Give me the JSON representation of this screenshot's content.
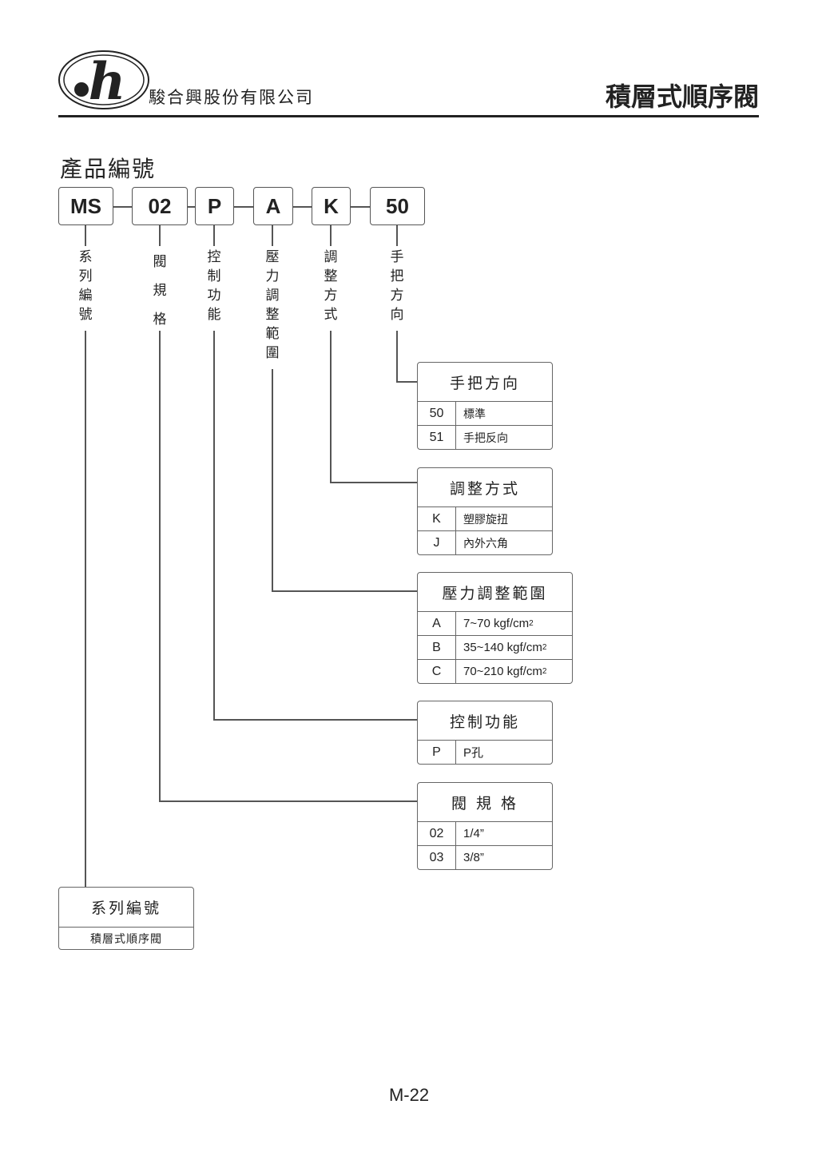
{
  "header": {
    "company": "駿合興股份有限公司",
    "logo_text": "h",
    "title": "積層式順序閥"
  },
  "section_title": "產品編號",
  "codes": [
    "MS",
    "02",
    "P",
    "A",
    "K",
    "50"
  ],
  "code_labels": [
    [
      "系",
      "列",
      "編",
      "號"
    ],
    [
      "閥",
      "規",
      "格"
    ],
    [
      "控",
      "制",
      "功",
      "能"
    ],
    [
      "壓",
      "力",
      "調",
      "整",
      "範",
      "圍"
    ],
    [
      "調",
      "整",
      "方",
      "式"
    ],
    [
      "手",
      "把",
      "方",
      "向"
    ]
  ],
  "tables": {
    "handle": {
      "title": "手把方向",
      "rows": [
        [
          "50",
          "標準"
        ],
        [
          "51",
          "手把反向"
        ]
      ]
    },
    "adjust": {
      "title": "調整方式",
      "rows": [
        [
          "K",
          "塑膠旋扭"
        ],
        [
          "J",
          "內外六角"
        ]
      ]
    },
    "pressure": {
      "title": "壓力調整範圍",
      "rows": [
        [
          "A",
          "7~70 kgf/cm",
          "2"
        ],
        [
          "B",
          "35~140 kgf/cm",
          "2"
        ],
        [
          "C",
          "70~210 kgf/cm",
          "2"
        ]
      ]
    },
    "control": {
      "title": "控制功能",
      "rows": [
        [
          "P",
          "P孔"
        ]
      ]
    },
    "size": {
      "title": "閥 規 格",
      "rows": [
        [
          "02",
          "1/4”"
        ],
        [
          "03",
          "3/8”"
        ]
      ]
    },
    "series": {
      "title": "系列編號",
      "value": "積層式順序閥"
    }
  },
  "footer": {
    "page": "M-22"
  }
}
